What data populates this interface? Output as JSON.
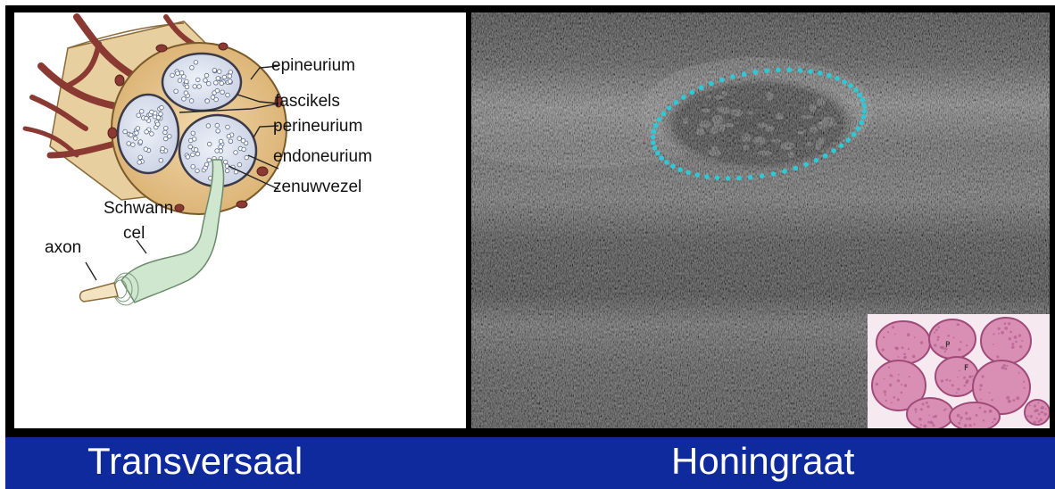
{
  "diagram": {
    "labels": {
      "epineurium": "epineurium",
      "fascicles": "fascikels",
      "perineurium": "perineurium",
      "endoneurium": "endoneurium",
      "nerve_fiber": "zenuwvezel",
      "schwann_line1": "Schwann",
      "schwann_line2": "cel",
      "axon": "axon"
    }
  },
  "inset": {
    "tags": [
      "P",
      "F"
    ]
  },
  "captions": {
    "left": "Transversaal",
    "right": "Honingraat"
  },
  "colors": {
    "caption_bar": "#0f2a9c",
    "caption_text": "#ffffff",
    "outline_dots": "#2ec9d6",
    "epineurium_fill": "#e6c48d",
    "blood_vessel": "#8a3a32",
    "schwann_cell": "#cfe6cf",
    "histology_tint": "#d98fb3"
  }
}
